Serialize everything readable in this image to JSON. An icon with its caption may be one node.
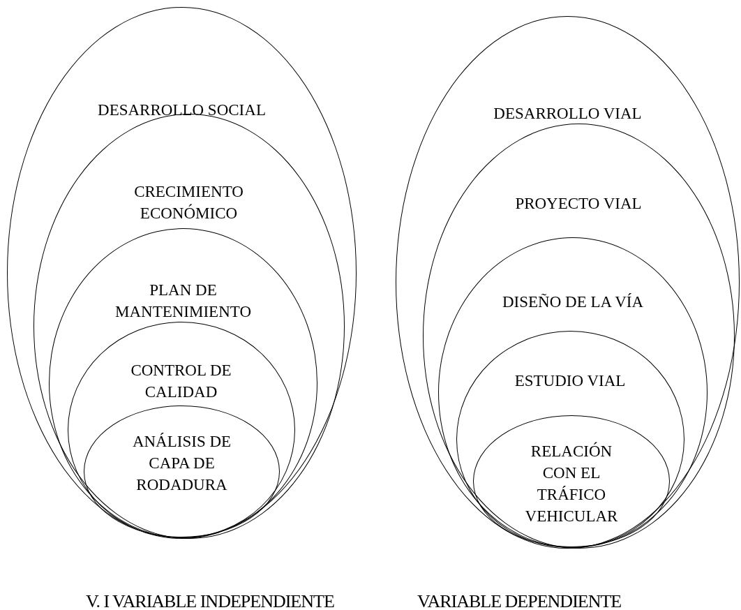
{
  "diagram": {
    "nodes": [
      {
        "text": [
          "DESARROLLO SOCIAL"
        ]
      },
      {
        "text": [
          "CRECIMIENTO ECONÓMICO"
        ],
        "in": 0
      },
      {
        "text": [
          "PLAN DE MANTENIMIENTO"
        ],
        "in": 1
      },
      {
        "text": [
          "CONTROL DE CALIDAD"
        ],
        "in": 2
      },
      {
        "text": [
          "ANÁLISIS DE CAPA DE RODADURA"
        ],
        "in": 3
      },
      {
        "text": [
          "DESARROLLO VIAL"
        ]
      },
      {
        "text": [
          "PROYECTO VIAL"
        ],
        "in": 5
      },
      {
        "text": [
          "DISEÑO DE LA VÍA"
        ],
        "in": 6
      },
      {
        "text": [
          "ESTUDIO VIAL"
        ],
        "in": 7
      },
      {
        "text": [
          "RELACIÓN CON EL TRÁFICO VEHICULAR"
        ],
        "in": 8
      }
    ],
    "labels": [
      "V. I VARIABLE INDEPENDIENTE",
      "VARIABLE DEPENDIENTE"
    ]
  }
}
